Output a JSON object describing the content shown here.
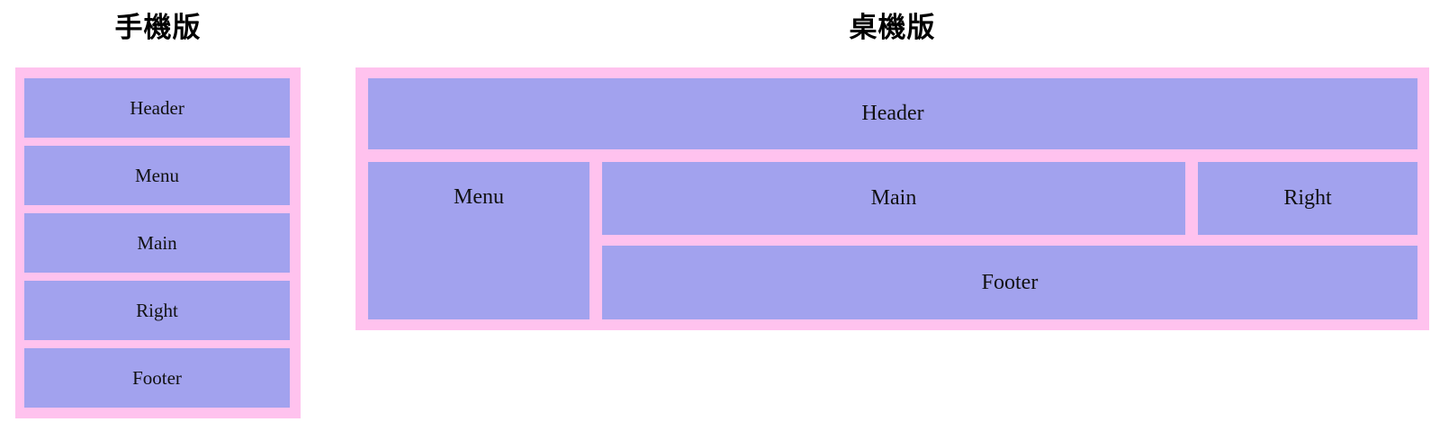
{
  "colors": {
    "container_pink": "#ffc2ee",
    "box_purple": "#a2a2ee",
    "label_text": "#111111"
  },
  "mobile": {
    "title": "手機版",
    "boxes": [
      {
        "label": "Header"
      },
      {
        "label": "Menu"
      },
      {
        "label": "Main"
      },
      {
        "label": "Right"
      },
      {
        "label": "Footer"
      }
    ]
  },
  "desktop": {
    "title": "桌機版",
    "boxes": {
      "header": "Header",
      "menu": "Menu",
      "main": "Main",
      "right": "Right",
      "footer": "Footer"
    }
  }
}
